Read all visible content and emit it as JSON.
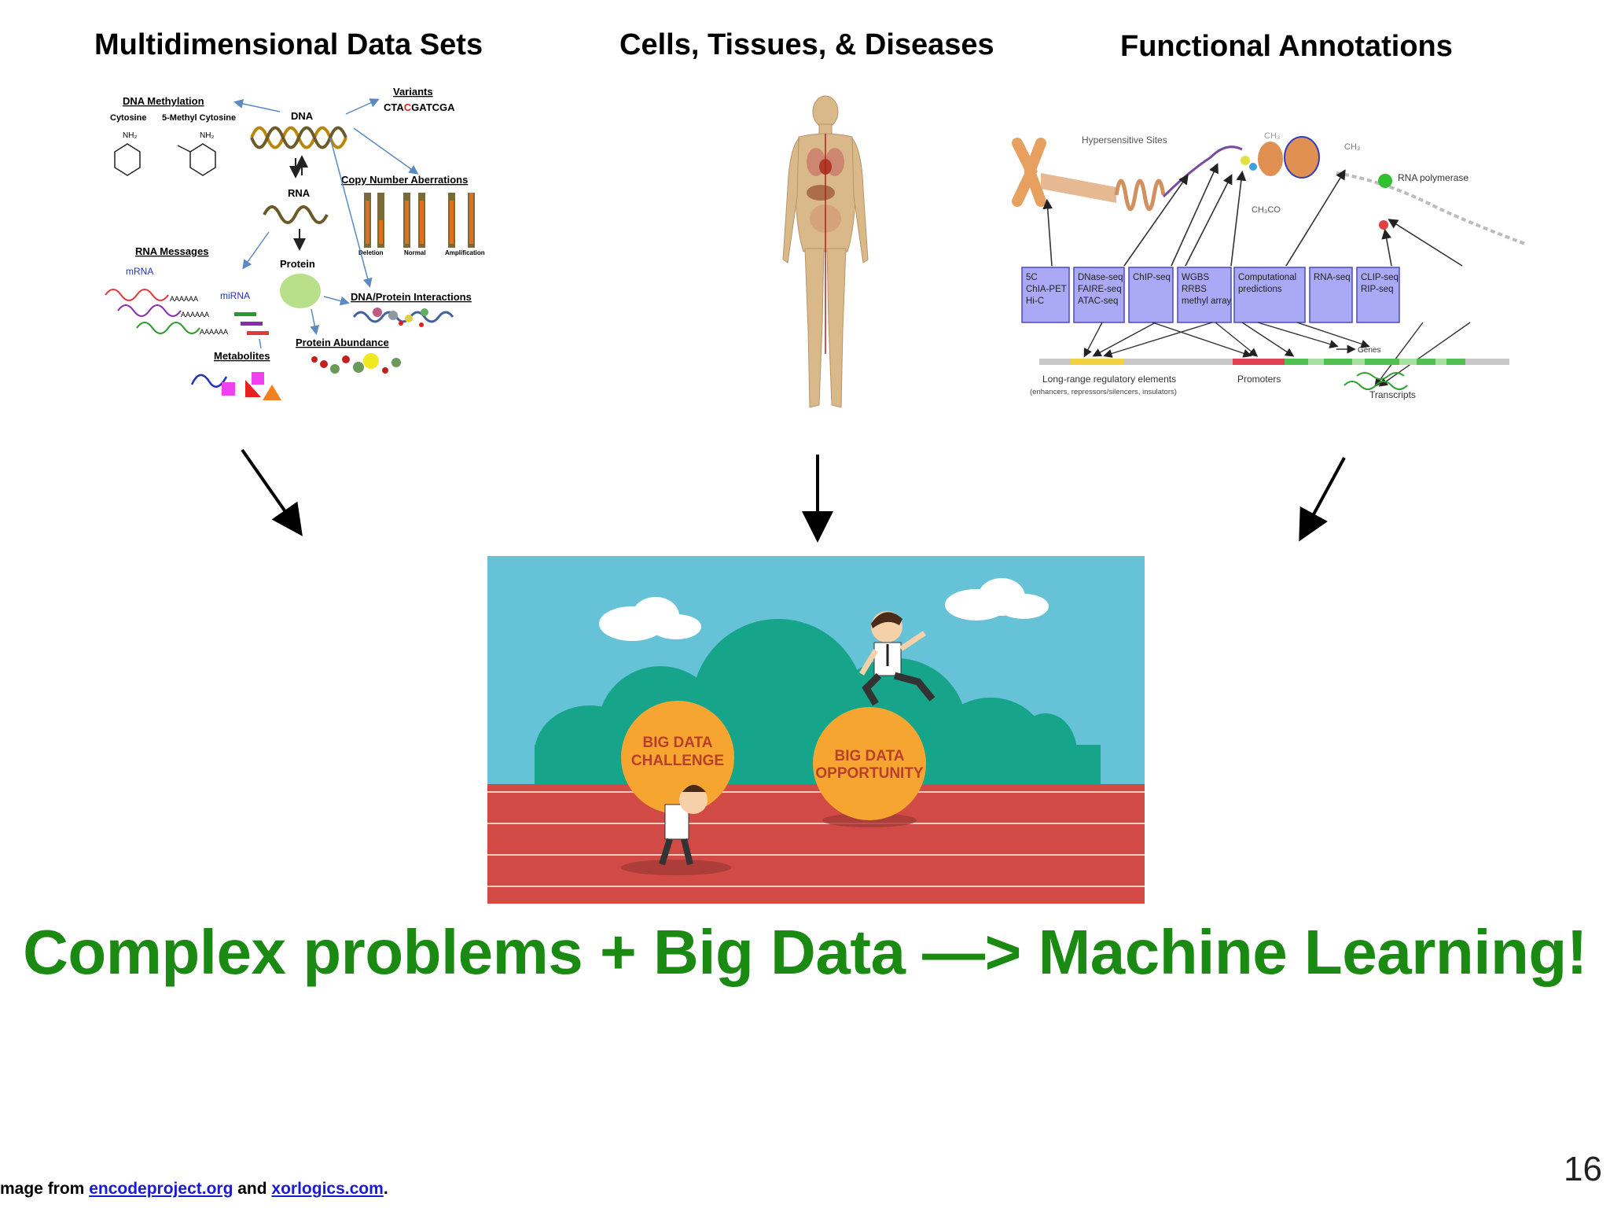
{
  "columns": {
    "left_title": "Multidimensional Data Sets",
    "middle_title": "Cells, Tissues, & Diseases",
    "right_title": "Functional Annotations"
  },
  "omics_panel": {
    "dna_methylation": "DNA Methylation",
    "cytosine": "Cytosine",
    "methyl_cytosine": "5-Methyl Cytosine",
    "nh2": "NH₂",
    "dna": "DNA",
    "variants": "Variants",
    "variant_seq_a": "CTA",
    "variant_seq_b": "C",
    "variant_seq_c": "GATCGA",
    "rna": "RNA",
    "copy_number": "Copy Number Aberrations",
    "deletion": "Deletion",
    "normal": "Normal",
    "amplification": "Amplification",
    "rna_messages": "RNA Messages",
    "mrna": "mRNA",
    "mirna": "miRNA",
    "polya": "AAAAAA",
    "protein": "Protein",
    "dna_protein": "DNA/Protein Interactions",
    "protein_abundance": "Protein Abundance",
    "metabolites": "Metabolites"
  },
  "annotation_panel": {
    "hypersensitive_sites": "Hypersensitive Sites",
    "ch3": "CH₃",
    "ch3co": "CH₃CO",
    "rna_polymerase": "RNA polymerase",
    "boxes": [
      [
        "5C",
        "ChIA-PET",
        "Hi-C"
      ],
      [
        "DNase-seq",
        "FAIRE-seq",
        "ATAC-seq"
      ],
      [
        "ChIP-seq"
      ],
      [
        "WGBS",
        "RRBS",
        "methyl array"
      ],
      [
        "Computational",
        "predictions"
      ],
      [
        "RNA-seq"
      ],
      [
        "CLIP-seq",
        "RIP-seq"
      ]
    ],
    "genes": "Genes",
    "long_range": "Long-range regulatory elements",
    "long_range_sub": "(enhancers, repressors/silencers, insulators)",
    "promoters": "Promoters",
    "transcripts": "Transcripts"
  },
  "illustration": {
    "ball_left_line1": "BIG DATA",
    "ball_left_line2": "CHALLENGE",
    "ball_right_line1": "BIG DATA",
    "ball_right_line2": "OPPORTUNITY"
  },
  "headline": "Complex problems + Big Data —>  Machine Learning!",
  "footer": {
    "prefix": "mage from ",
    "link1": "encodeproject.org",
    "middle": " and ",
    "link2": "xorlogics.com",
    "suffix": "."
  },
  "page_number": "16",
  "colors": {
    "headline": "#1a8a12",
    "box_fill": "#a9a9f5",
    "sky": "#66c2d6",
    "track": "#d24a46",
    "ball": "#f7a531"
  }
}
